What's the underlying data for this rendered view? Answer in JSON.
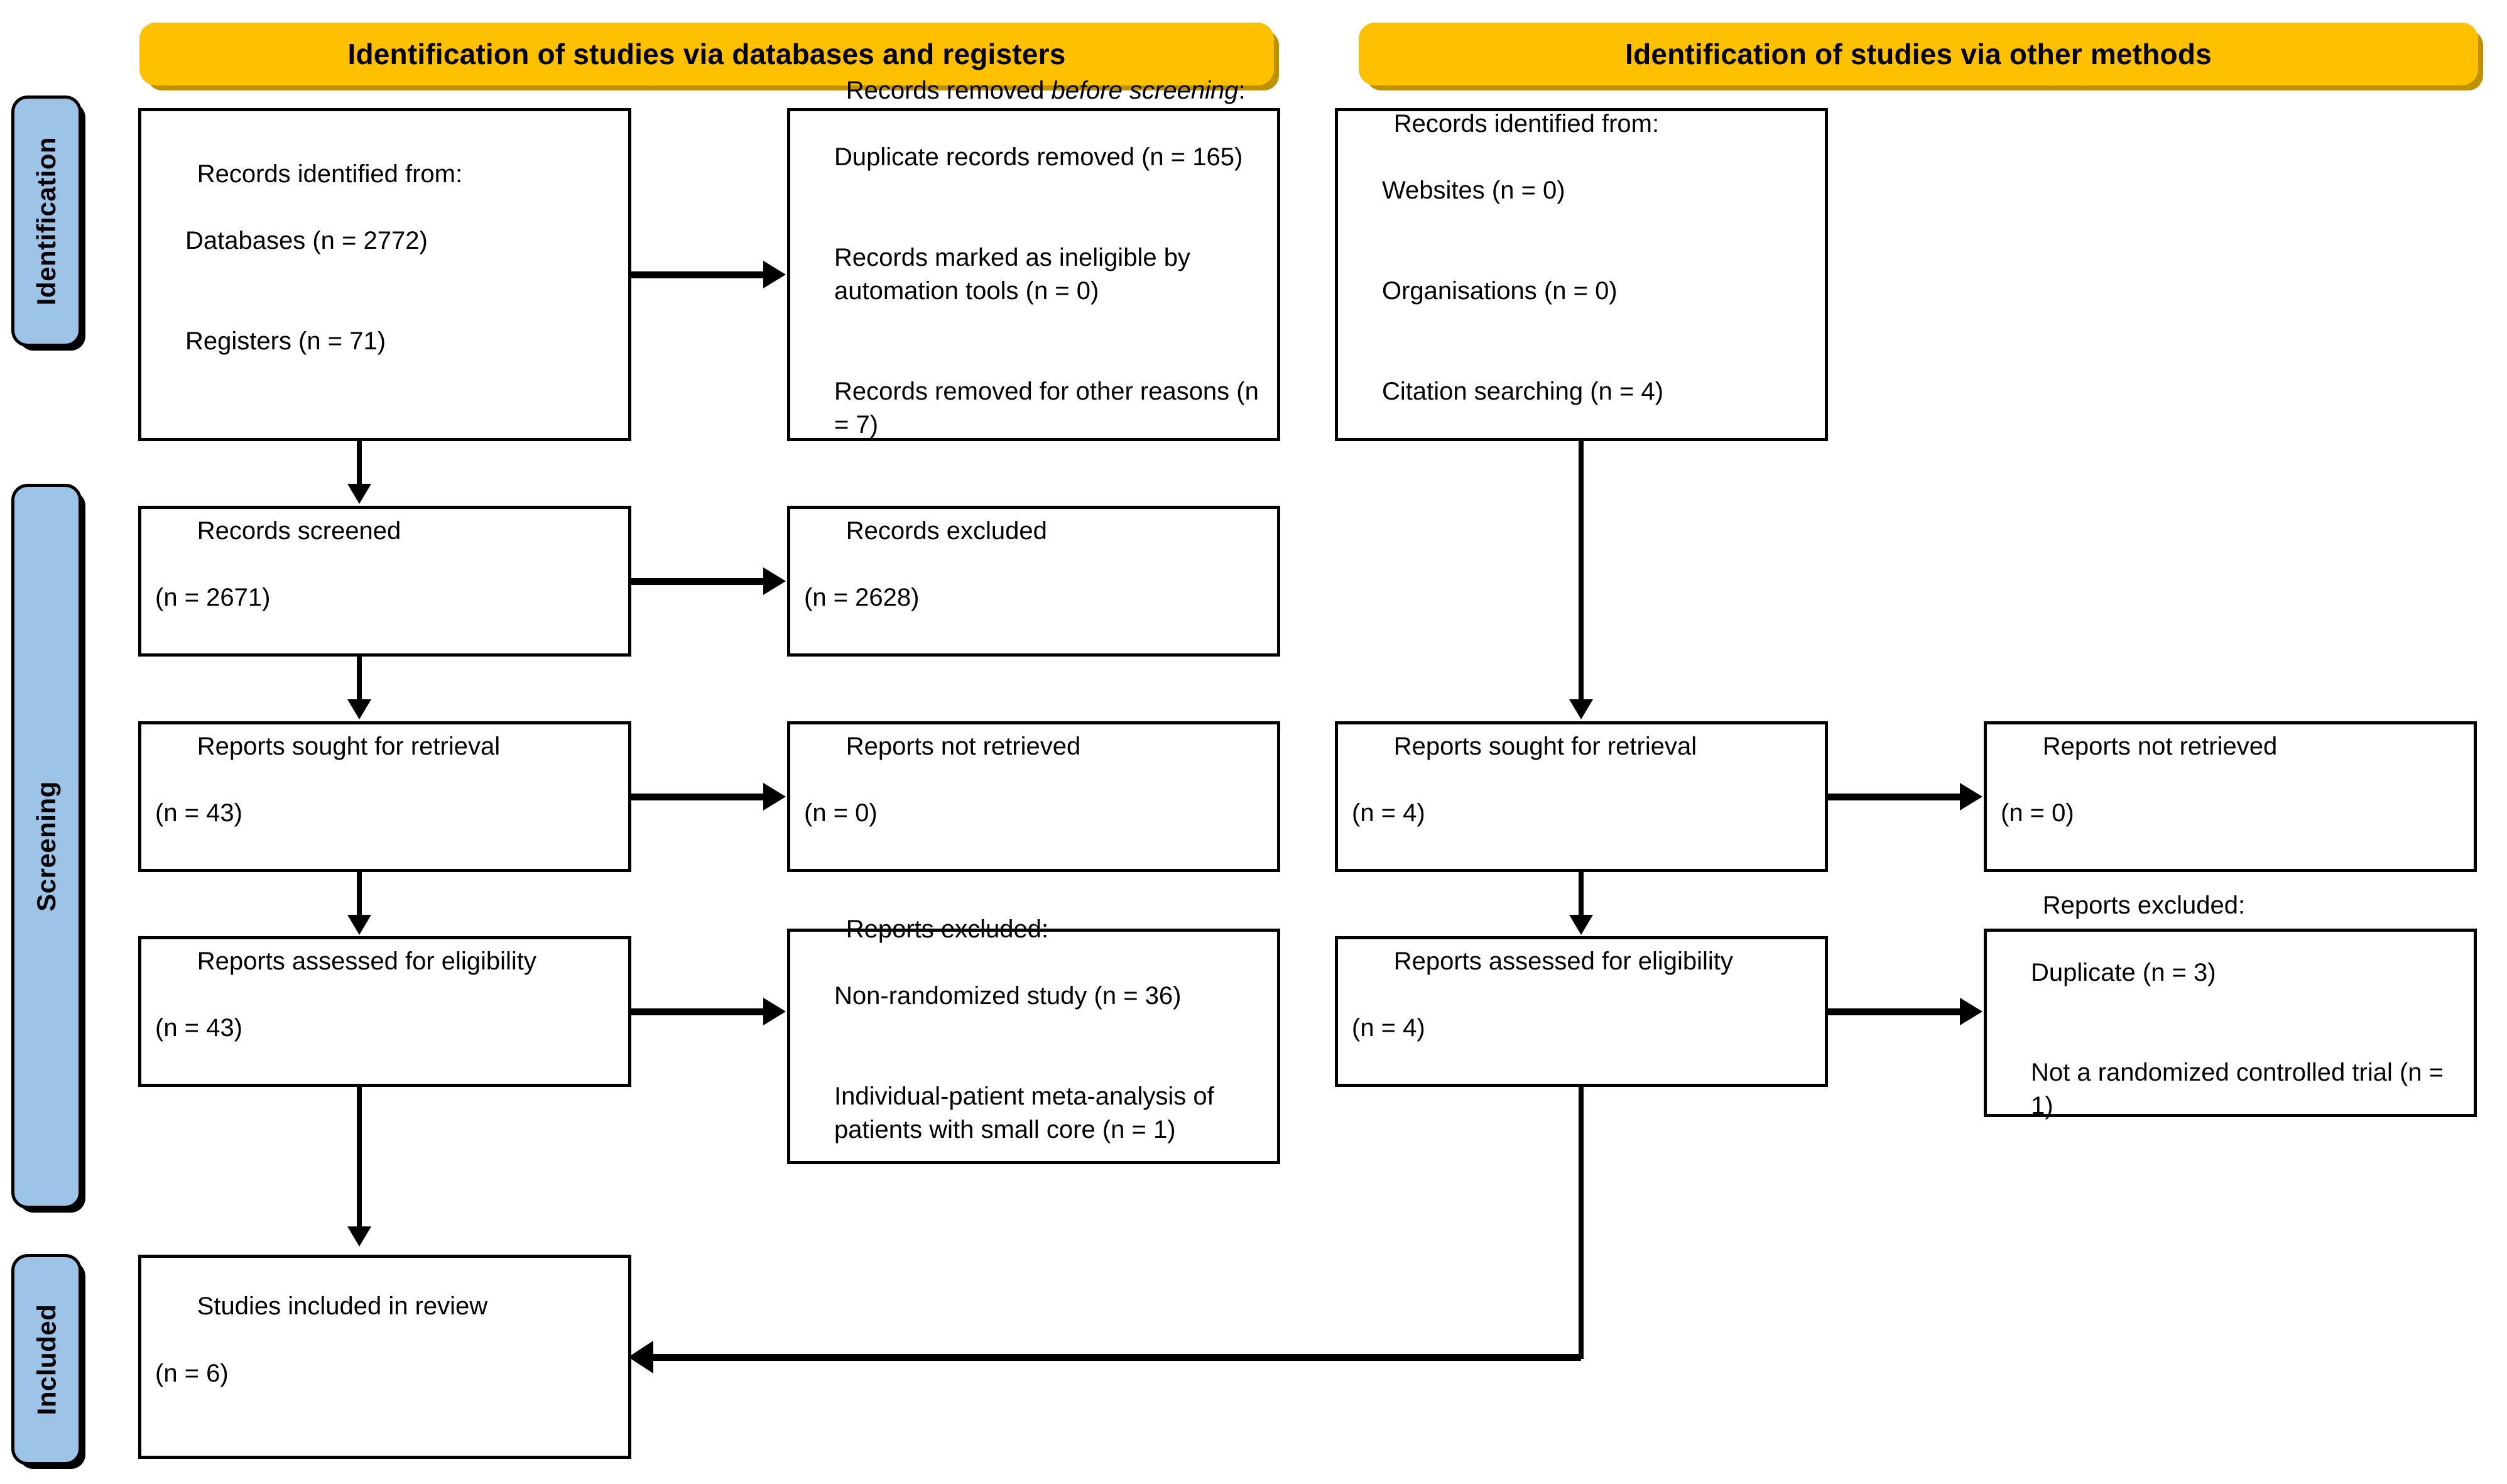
{
  "diagram": {
    "title": "PRISMA 2020 flow diagram",
    "colors": {
      "banner_fill": "#FFC000",
      "banner_shadow": "#BF9000",
      "stage_pill_fill": "#9DC3E6",
      "box_border": "#000000",
      "background": "#FFFFFF"
    }
  },
  "banners": {
    "databases": "Identification of studies via databases and registers",
    "other": "Identification of studies via other methods"
  },
  "stages": {
    "identification": "Identification",
    "screening": "Screening",
    "included": "Included"
  },
  "nodes": {
    "records_identified_db": {
      "heading": "Records identified from:",
      "items": [
        "Databases (n = 2772)",
        "Registers (n = 71)"
      ]
    },
    "records_removed_before_screening": {
      "heading_plain": "Records removed ",
      "heading_italic": "before screening",
      "heading_colon": ":",
      "items": [
        "Duplicate records removed (n = 165)",
        "Records marked as ineligible by automation tools (n = 0)",
        "Records removed for other reasons (n = 7)"
      ]
    },
    "records_screened": {
      "line1": "Records screened",
      "line2": "(n = 2671)"
    },
    "records_excluded": {
      "line1": "Records excluded",
      "line2": "(n = 2628)"
    },
    "reports_sought_db": {
      "line1": "Reports sought for retrieval",
      "line2": "(n = 43)"
    },
    "reports_not_retrieved_db": {
      "line1": "Reports not retrieved",
      "line2": "(n = 0)"
    },
    "reports_assessed_db": {
      "line1": "Reports assessed for eligibility",
      "line2": "(n = 43)"
    },
    "reports_excluded_db": {
      "heading": "Reports excluded:",
      "items": [
        "Non-randomized study (n = 36)",
        "Individual-patient meta-analysis of patients with small core (n = 1)"
      ]
    },
    "records_identified_other": {
      "heading": "Records identified from:",
      "items": [
        "Websites (n = 0)",
        "Organisations (n = 0)",
        "Citation searching (n = 4)"
      ]
    },
    "reports_sought_other": {
      "line1": "Reports sought for retrieval",
      "line2": "(n = 4)"
    },
    "reports_not_retrieved_other": {
      "line1": "Reports not retrieved",
      "line2": "(n = 0)"
    },
    "reports_assessed_other": {
      "line1": "Reports assessed for eligibility",
      "line2": "(n = 4)"
    },
    "reports_excluded_other": {
      "heading": "Reports excluded:",
      "items": [
        "Duplicate (n = 3)",
        "Not a randomized controlled trial (n = 1)"
      ]
    },
    "studies_included": {
      "line1": "Studies included in review",
      "line2": "(n = 6)"
    }
  }
}
